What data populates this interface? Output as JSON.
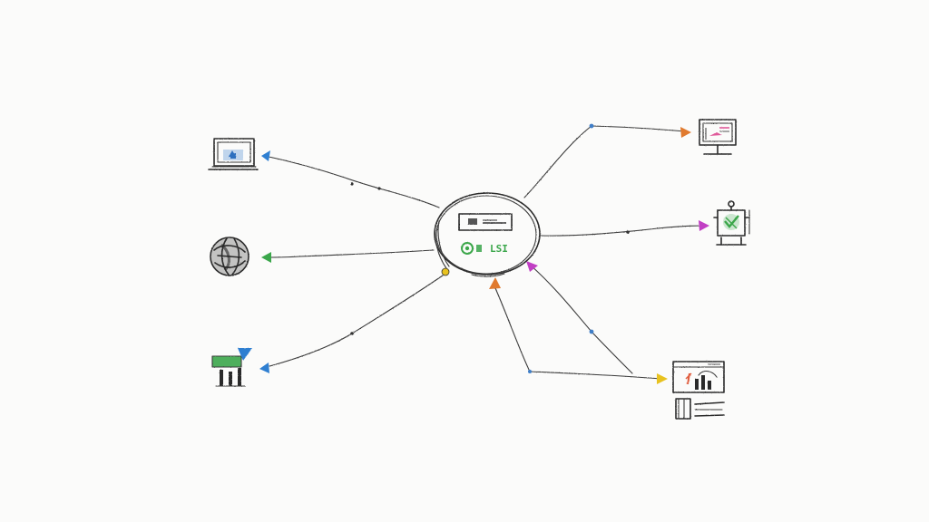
{
  "hub": {
    "label": "LSI",
    "accent": "#3aa64a"
  },
  "colors": {
    "blue": "#2f7fd1",
    "green": "#3aa64a",
    "orange": "#e07a2e",
    "magenta": "#c13fc4",
    "yellow": "#e8c21f",
    "pink": "#e05a9a",
    "graphite": "#333333"
  },
  "nodes": [
    {
      "id": "laptop",
      "icon": "laptop-icon",
      "arrow_color": "blue"
    },
    {
      "id": "globe",
      "icon": "globe-icon",
      "arrow_color": "green"
    },
    {
      "id": "signal-bars",
      "icon": "signal-bars-icon",
      "arrow_color": "blue"
    },
    {
      "id": "monitor-chart",
      "icon": "monitor-chart-icon",
      "arrow_color": "orange"
    },
    {
      "id": "robot-device",
      "icon": "robot-device-icon",
      "arrow_color": "magenta"
    },
    {
      "id": "dashboard-panel",
      "icon": "dashboard-panel-icon",
      "arrow_color": "yellow"
    }
  ]
}
